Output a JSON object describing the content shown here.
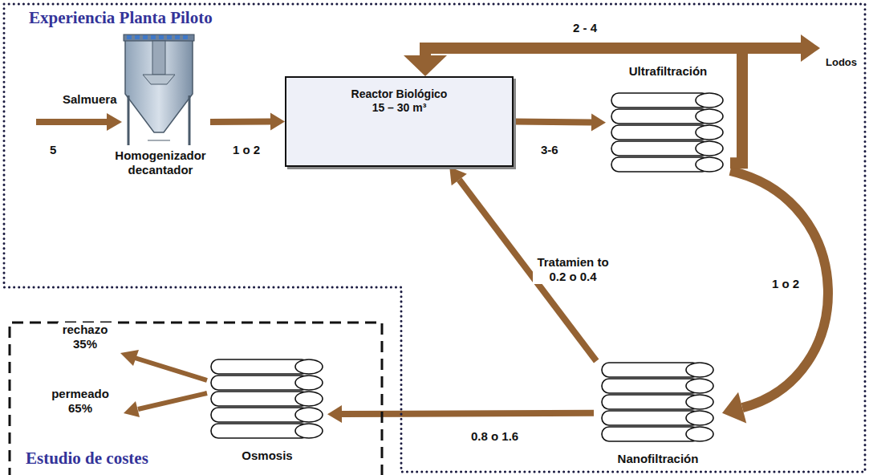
{
  "diagram": {
    "nodes": [
      {
        "text": [
          "Experiencia Planta Piloto"
        ]
      },
      {
        "text": [
          "Homogenizador decantador"
        ],
        "in": 0
      },
      {
        "text": [
          "Reactor Biológico",
          "15 – 30 m³"
        ],
        "in": 0
      },
      {
        "text": [
          "Ultrafiltración"
        ],
        "in": 0
      },
      {
        "text": [
          "Nanofiltración"
        ],
        "in": 0
      },
      {
        "text": [
          "Estudio de costes"
        ]
      },
      {
        "text": [
          "Osmosis"
        ],
        "in": 5
      }
    ],
    "edges": [
      {
        "from": 1,
        "to": 2,
        "arrow": "to",
        "label": "1 o 2"
      },
      {
        "from": 2,
        "to": 3,
        "arrow": "to",
        "label": "3-6"
      },
      {
        "from": 3,
        "to": 2,
        "arrow": "to",
        "label": "2 - 4"
      },
      {
        "from": 3,
        "to": 4,
        "arrow": "to",
        "label": "1 o 2"
      },
      {
        "from": 4,
        "to": 2,
        "arrow": "to",
        "label": "Tratamien to 0.2 o 0.4"
      },
      {
        "from": 4,
        "to": 6,
        "arrow": "to",
        "label": "0.8 o 1.6"
      }
    ],
    "labels": [
      "Salmuera",
      "5",
      "Lodos",
      "rechazo 35%",
      "permeado 65%"
    ]
  }
}
